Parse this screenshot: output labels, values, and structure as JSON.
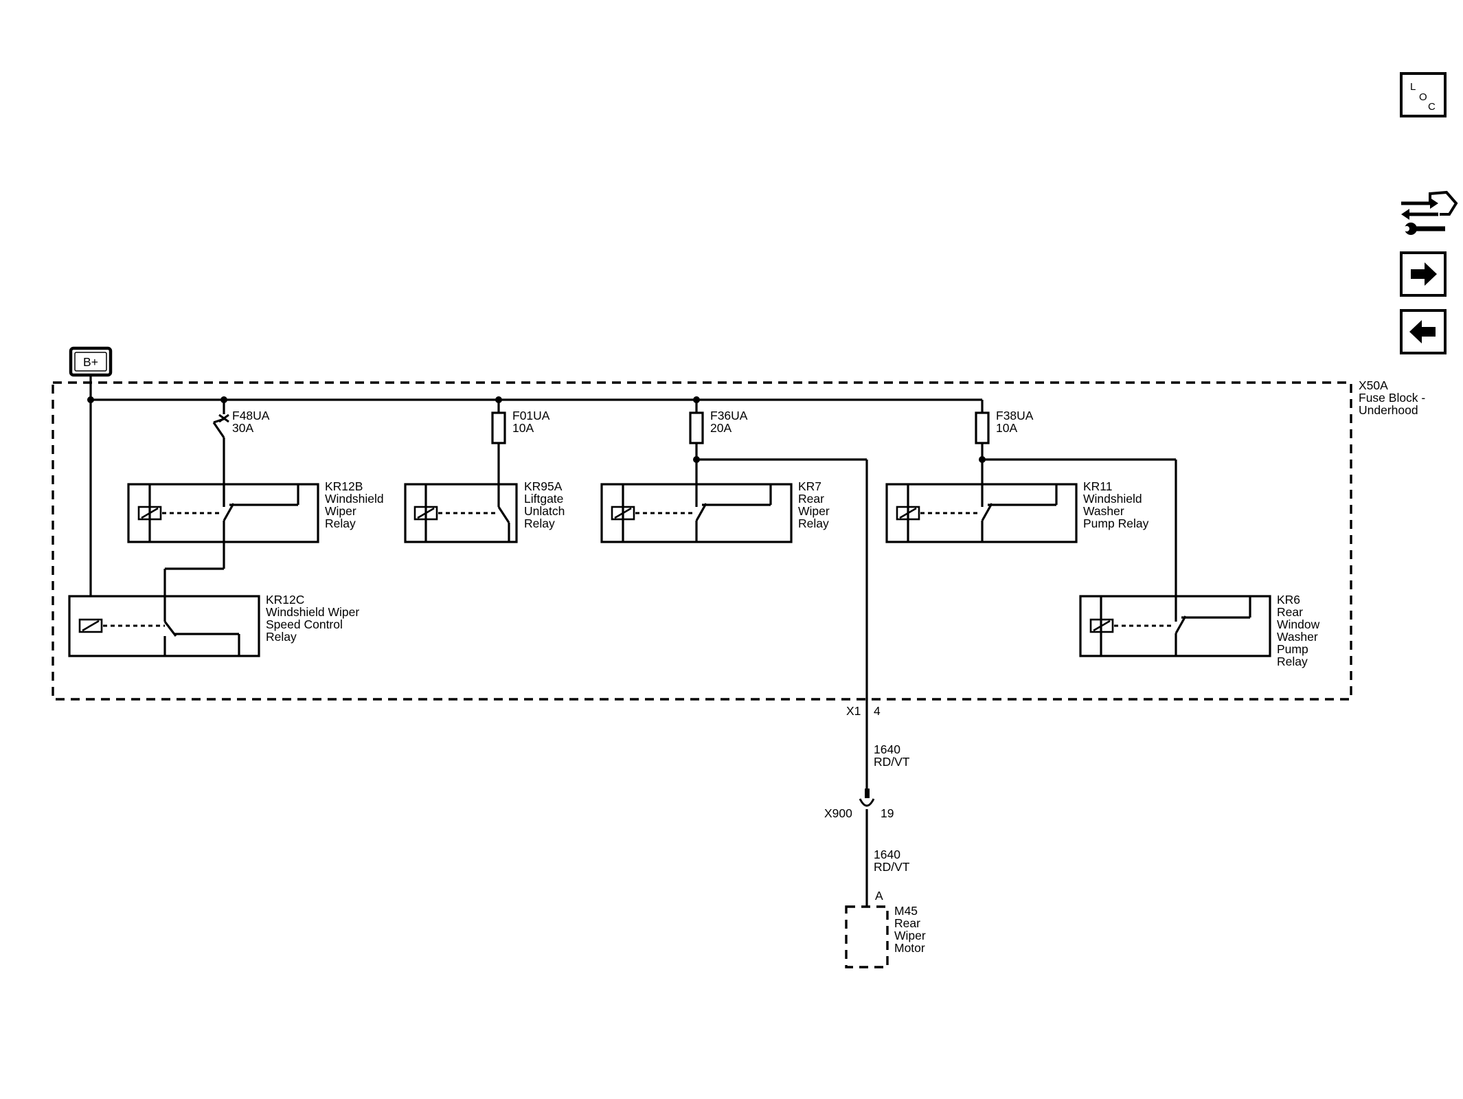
{
  "power": {
    "label": "B+"
  },
  "fuse_block": {
    "id": "X50A",
    "name_line1": "Fuse Block -",
    "name_line2": "Underhood"
  },
  "fuses": [
    {
      "id": "F48UA",
      "rating": "30A"
    },
    {
      "id": "F01UA",
      "rating": "10A"
    },
    {
      "id": "F36UA",
      "rating": "20A"
    },
    {
      "id": "F38UA",
      "rating": "10A"
    }
  ],
  "relays": {
    "kr12b": [
      "KR12B",
      "Windshield",
      "Wiper",
      "Relay"
    ],
    "kr95a": [
      "KR95A",
      "Liftgate",
      "Unlatch",
      "Relay"
    ],
    "kr7": [
      "KR7",
      "Rear",
      "Wiper",
      "Relay"
    ],
    "kr11": [
      "KR11",
      "Windshield",
      "Washer",
      "Pump Relay"
    ],
    "kr12c": [
      "KR12C",
      "Windshield Wiper",
      "Speed Control",
      "Relay"
    ],
    "kr6": [
      "KR6",
      "Rear",
      "Window",
      "Washer",
      "Pump",
      "Relay"
    ]
  },
  "connectors": {
    "x1": {
      "id": "X1",
      "pin": "4"
    },
    "x900": {
      "id": "X900",
      "pin": "19"
    },
    "m45_pin": "A"
  },
  "wires": [
    {
      "circuit": "1640",
      "color": "RD/VT"
    },
    {
      "circuit": "1640",
      "color": "RD/VT"
    }
  ],
  "motor": {
    "lines": [
      "M45",
      "Rear",
      "Wiper",
      "Motor"
    ]
  },
  "nav": {
    "loc": {
      "l": "L",
      "o": "O",
      "c": "C"
    },
    "icons": [
      "component-locator-icon",
      "diagnostic-tools-icon",
      "next-page-icon",
      "previous-page-icon"
    ]
  }
}
